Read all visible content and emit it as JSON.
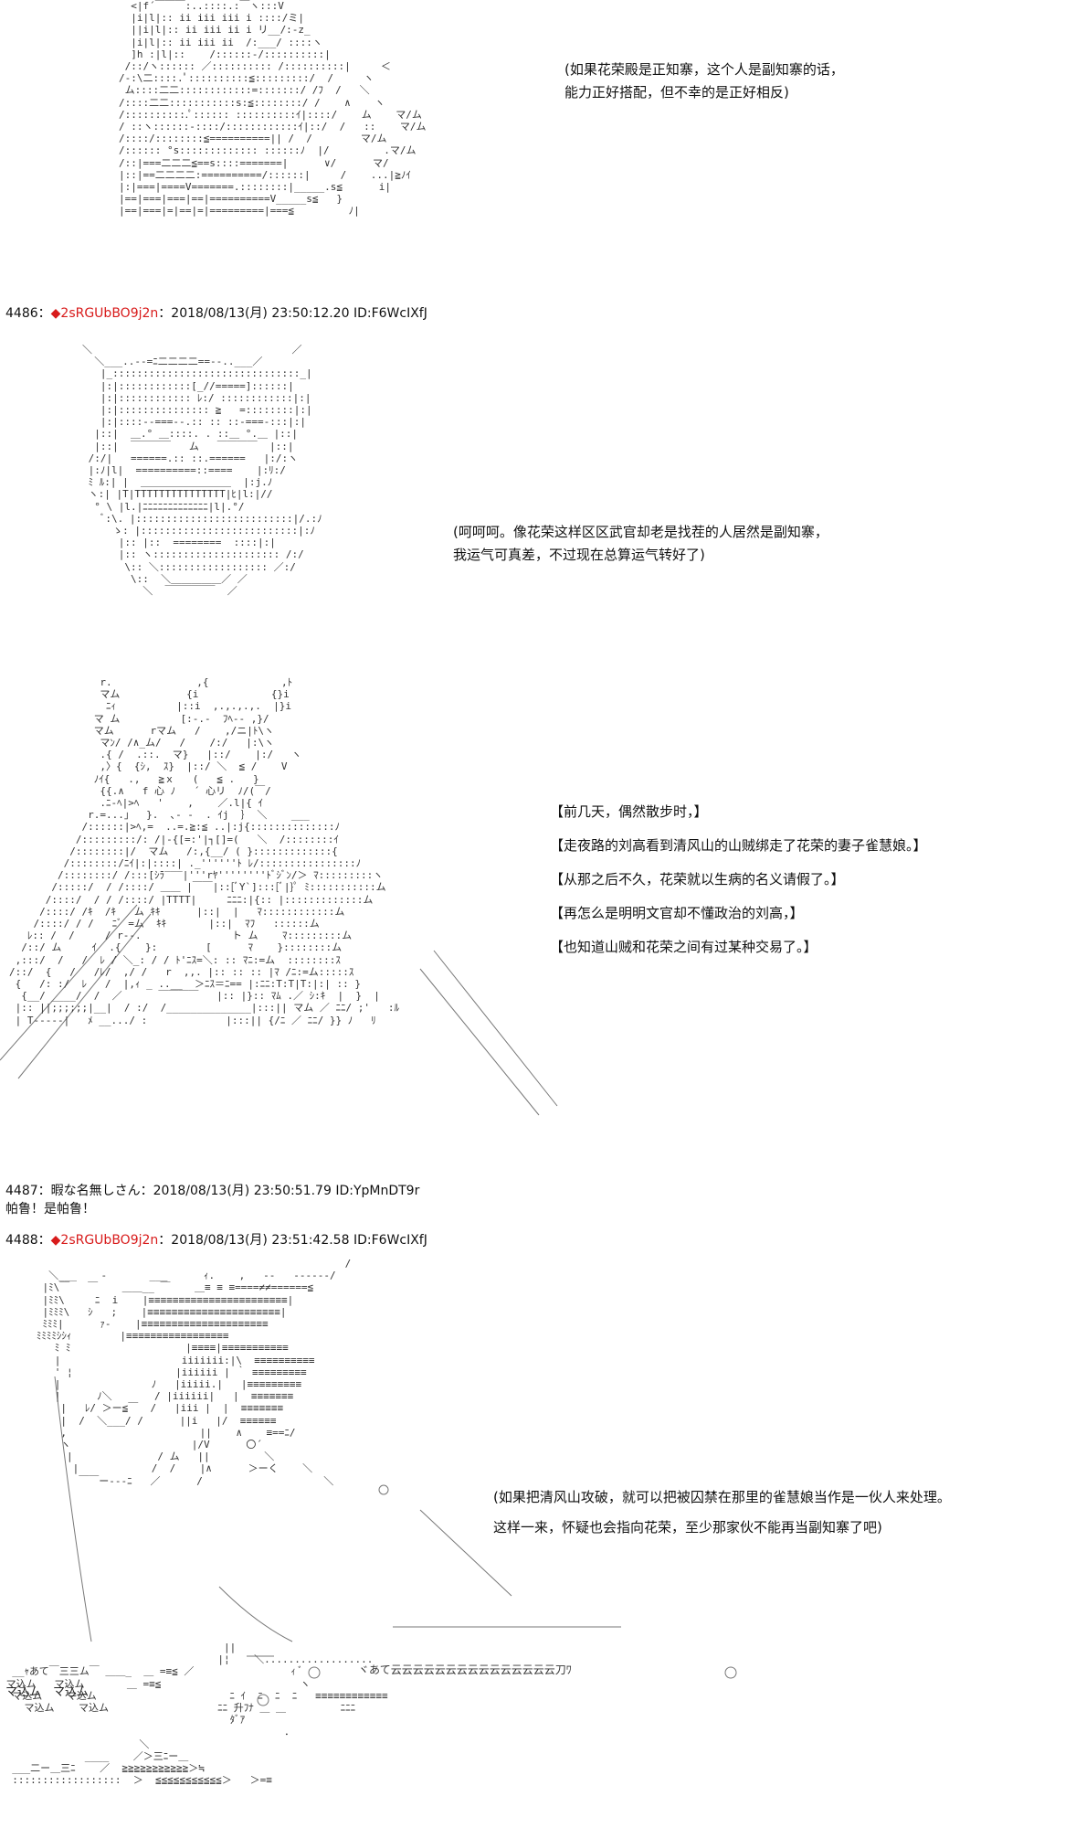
{
  "panels": [
    {
      "caption": [
        "(如果花荣殿是正知寨，这个人是副知寨的话，",
        "能力正好搭配，但不幸的是正好相反)"
      ]
    },
    {
      "caption": [
        "(呵呵呵。像花荣这样区区武官却老是找茬的人居然是副知寨，",
        "我运气可真差，不过现在总算运气转好了)"
      ]
    },
    {
      "caption": [
        "【前几天，偶然散步时，】",
        "【走夜路的刘高看到清风山的山贼绑走了花荣的妻子雀慧娘。】",
        "【从那之后不久，花荣就以生病的名义请假了。】",
        "【再怎么是明明文官却不懂政治的刘高，】",
        "【也知道山贼和花荣之间有过某种交易了。】"
      ]
    },
    {
      "caption": [
        "(如果把清风山攻破，就可以把被囚禁在那里的雀慧娘当作是一伙人来处理。",
        "这样一来，怀疑也会指向花荣，至少那家伙不能再当副知寨了吧)"
      ]
    }
  ],
  "posts": [
    {
      "number": "4486",
      "sep": "：",
      "trip": "◆2sRGUbBO9j2n",
      "datetime": "：2018/08/13(月) 23:50:12.20",
      "id": "ID:F6WcIXfJ",
      "body": ""
    },
    {
      "number": "4487",
      "sep": "：",
      "name": "暇な名無しさん",
      "datetime": "：2018/08/13(月) 23:50:51.79",
      "id": "ID:YpMnDT9r",
      "body": "帕鲁！是帕鲁！"
    },
    {
      "number": "4488",
      "sep": "：",
      "trip": "◆2sRGUbBO9j2n",
      "datetime": "：2018/08/13(月) 23:51:42.58",
      "id": "ID:F6WcIXfJ",
      "body": ""
    }
  ],
  "sfx": {
    "left": "マ込ム　マ込ム",
    "right": "ヾあて云云云云云云云云云云云云云云云刀ﾜ"
  }
}
